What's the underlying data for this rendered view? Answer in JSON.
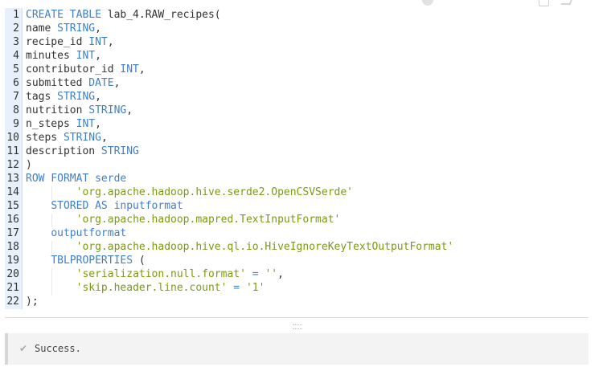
{
  "editor": {
    "lines": [
      [
        {
          "t": "CREATE TABLE",
          "c": "kw"
        },
        {
          "t": " lab_4.RAW_recipes(",
          "c": ""
        }
      ],
      [
        {
          "t": "name ",
          "c": ""
        },
        {
          "t": "STRING",
          "c": "kw"
        },
        {
          "t": ",",
          "c": ""
        }
      ],
      [
        {
          "t": "recipe_id ",
          "c": ""
        },
        {
          "t": "INT",
          "c": "kw"
        },
        {
          "t": ",",
          "c": ""
        }
      ],
      [
        {
          "t": "minutes ",
          "c": ""
        },
        {
          "t": "INT",
          "c": "kw"
        },
        {
          "t": ",",
          "c": ""
        }
      ],
      [
        {
          "t": "contributor_id ",
          "c": ""
        },
        {
          "t": "INT",
          "c": "kw"
        },
        {
          "t": ",",
          "c": ""
        }
      ],
      [
        {
          "t": "submitted ",
          "c": ""
        },
        {
          "t": "DATE",
          "c": "kw"
        },
        {
          "t": ",",
          "c": ""
        }
      ],
      [
        {
          "t": "tags ",
          "c": ""
        },
        {
          "t": "STRING",
          "c": "kw"
        },
        {
          "t": ",",
          "c": ""
        }
      ],
      [
        {
          "t": "nutrition ",
          "c": ""
        },
        {
          "t": "STRING",
          "c": "kw"
        },
        {
          "t": ",",
          "c": ""
        }
      ],
      [
        {
          "t": "n_steps ",
          "c": ""
        },
        {
          "t": "INT",
          "c": "kw"
        },
        {
          "t": ",",
          "c": ""
        }
      ],
      [
        {
          "t": "steps ",
          "c": ""
        },
        {
          "t": "STRING",
          "c": "kw"
        },
        {
          "t": ",",
          "c": ""
        }
      ],
      [
        {
          "t": "description ",
          "c": ""
        },
        {
          "t": "STRING",
          "c": "kw"
        }
      ],
      [
        {
          "t": ")",
          "c": ""
        }
      ],
      [
        {
          "t": "ROW FORMAT serde",
          "c": "kw"
        }
      ],
      [
        {
          "t": "        ",
          "c": "g2"
        },
        {
          "t": "'org.apache.hadoop.hive.serde2.OpenCSVSerde'",
          "c": "str"
        }
      ],
      [
        {
          "t": "    ",
          "c": "g1"
        },
        {
          "t": "STORED AS inputformat",
          "c": "kw"
        }
      ],
      [
        {
          "t": "        ",
          "c": "g2"
        },
        {
          "t": "'org.apache.hadoop.mapred.TextInputFormat'",
          "c": "str"
        }
      ],
      [
        {
          "t": "    ",
          "c": "g1"
        },
        {
          "t": "outputformat",
          "c": "kw"
        }
      ],
      [
        {
          "t": "        ",
          "c": "g2"
        },
        {
          "t": "'org.apache.hadoop.hive.ql.io.HiveIgnoreKeyTextOutputFormat'",
          "c": "str"
        }
      ],
      [
        {
          "t": "    ",
          "c": "g1"
        },
        {
          "t": "TBLPROPERTIES",
          "c": "kw"
        },
        {
          "t": " (",
          "c": ""
        }
      ],
      [
        {
          "t": "        ",
          "c": "g2"
        },
        {
          "t": "'serialization.null.format'",
          "c": "str"
        },
        {
          "t": " = ",
          "c": "op"
        },
        {
          "t": "''",
          "c": "str"
        },
        {
          "t": ",",
          "c": ""
        }
      ],
      [
        {
          "t": "        ",
          "c": "g2"
        },
        {
          "t": "'skip.header.line.count'",
          "c": "str"
        },
        {
          "t": " = ",
          "c": "op"
        },
        {
          "t": "'1'",
          "c": "str"
        }
      ],
      [
        {
          "t": ");",
          "c": ""
        }
      ]
    ]
  },
  "result": {
    "status_icon": "check-icon",
    "message": "Success."
  }
}
